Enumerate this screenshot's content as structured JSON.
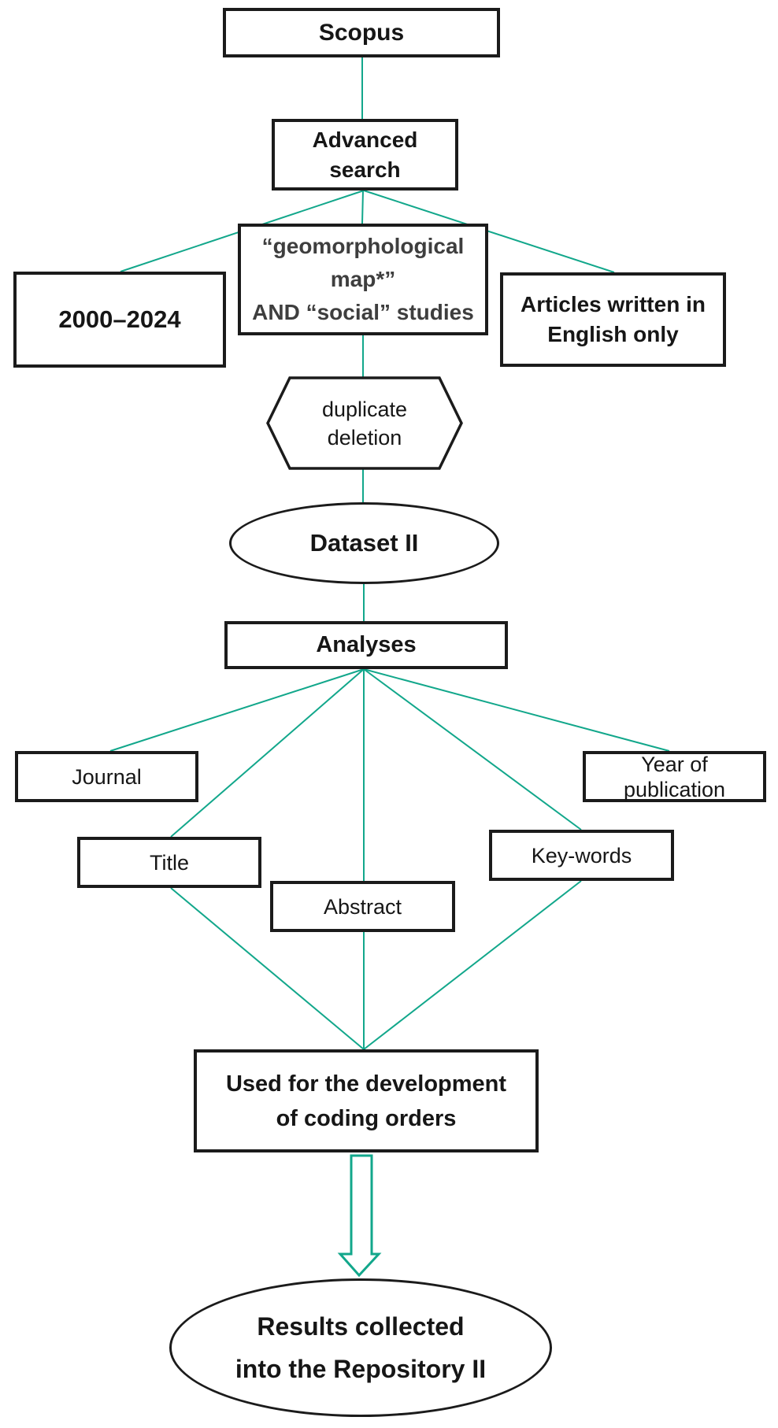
{
  "diagram_title": "Scopus search workflow (Dataset II)",
  "colors": {
    "connector": "#12a78b",
    "border": "#1b1b1b",
    "text": "#161616",
    "quote_text": "#3e3e3e"
  },
  "nodes": {
    "scopus": {
      "label": "Scopus"
    },
    "advanced_search": {
      "lines": [
        "Advanced",
        "search"
      ]
    },
    "year_range": {
      "label": "2000–2024"
    },
    "query": {
      "lines": [
        "“geomorphological",
        "map*”",
        "AND “social” studies"
      ]
    },
    "language_filter": {
      "lines": [
        "Articles written in",
        "English only"
      ]
    },
    "duplicate_deletion": {
      "lines": [
        "duplicate",
        "deletion"
      ]
    },
    "dataset": {
      "label": "Dataset II"
    },
    "analyses": {
      "label": "Analyses"
    },
    "journal": {
      "label": "Journal"
    },
    "title": {
      "label": "Title"
    },
    "abstract": {
      "label": "Abstract"
    },
    "keywords": {
      "label": "Key-words"
    },
    "year_of_publication": {
      "lines": [
        "Year of",
        "publication"
      ]
    },
    "coding_orders": {
      "lines": [
        "Used for the development",
        "of coding orders"
      ]
    },
    "repository": {
      "lines": [
        "Results collected",
        "into the Repository II"
      ]
    }
  },
  "edges": [
    {
      "from": "scopus",
      "to": "advanced_search"
    },
    {
      "from": "advanced_search",
      "to": "year_range"
    },
    {
      "from": "advanced_search",
      "to": "query"
    },
    {
      "from": "advanced_search",
      "to": "language_filter"
    },
    {
      "from": "query",
      "to": "duplicate_deletion"
    },
    {
      "from": "duplicate_deletion",
      "to": "dataset"
    },
    {
      "from": "dataset",
      "to": "analyses"
    },
    {
      "from": "analyses",
      "to": "journal"
    },
    {
      "from": "analyses",
      "to": "title"
    },
    {
      "from": "analyses",
      "to": "abstract"
    },
    {
      "from": "analyses",
      "to": "keywords"
    },
    {
      "from": "analyses",
      "to": "year_of_publication"
    },
    {
      "from": "title",
      "to": "coding_orders"
    },
    {
      "from": "abstract",
      "to": "coding_orders"
    },
    {
      "from": "keywords",
      "to": "coding_orders"
    },
    {
      "from": "coding_orders",
      "to": "repository",
      "style": "block-arrow"
    }
  ]
}
